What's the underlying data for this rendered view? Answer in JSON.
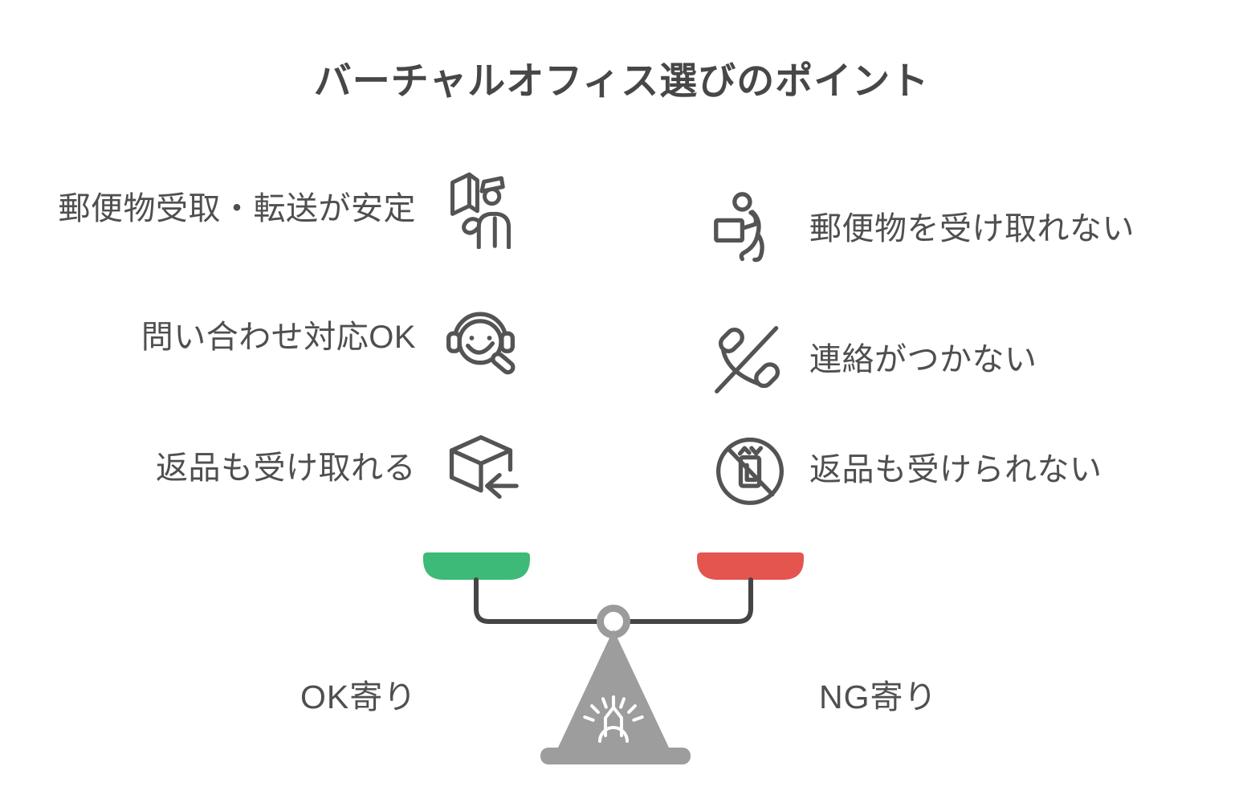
{
  "title": "バーチャルオフィス選びのポイント",
  "left_column": {
    "items": [
      {
        "label": "郵便物受取・転送が安定",
        "icon": "mail-delivery-person-icon"
      },
      {
        "label": "問い合わせ対応OK",
        "icon": "support-headset-face-icon"
      },
      {
        "label": "返品も受け取れる",
        "icon": "return-package-icon"
      }
    ]
  },
  "right_column": {
    "items": [
      {
        "label": "郵便物を受け取れない",
        "icon": "person-carrying-away-box-icon"
      },
      {
        "label": "連絡がつかない",
        "icon": "phone-disconnected-icon"
      },
      {
        "label": "返品も受けられない",
        "icon": "package-prohibited-icon"
      }
    ]
  },
  "scale": {
    "left_label": "OK寄り",
    "right_label": "NG寄り",
    "left_pan_color": "#3dba78",
    "right_pan_color": "#e45550",
    "beam_color": "#454545",
    "pivot_ring_color": "#9b9b9b",
    "stand_color": "#9d9d9d"
  },
  "colors": {
    "text": "#4f4f4f",
    "icon_stroke": "#545454"
  }
}
